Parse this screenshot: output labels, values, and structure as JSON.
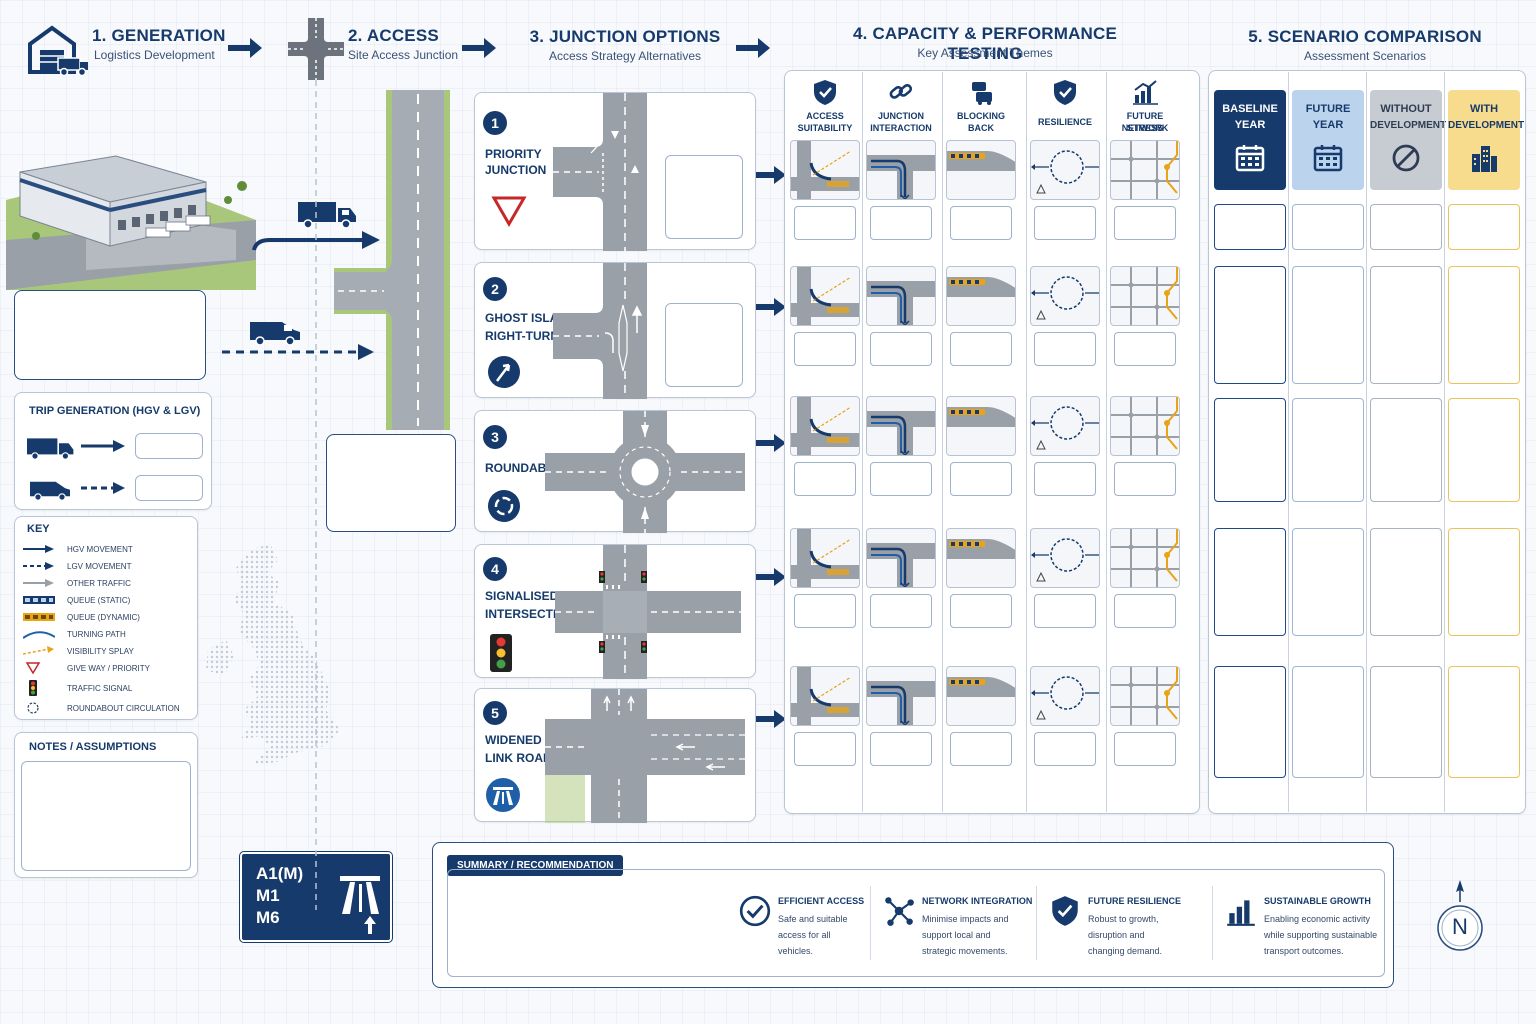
{
  "stages": [
    {
      "title": "1. GENERATION",
      "subtitle": "Logistics Development"
    },
    {
      "title": "2. ACCESS",
      "subtitle": "Site Access Junction"
    },
    {
      "title": "3. JUNCTION OPTIONS",
      "subtitle": "Access Strategy Alternatives"
    },
    {
      "title": "4. CAPACITY & PERFORMANCE TESTING",
      "subtitle": "Key Assessment Themes"
    },
    {
      "title": "5. SCENARIO COMPARISON",
      "subtitle": "Assessment Scenarios"
    }
  ],
  "trip_generation": {
    "title": "TRIP GENERATION (HGV & LGV)"
  },
  "key": {
    "title": "KEY",
    "items": [
      "HGV MOVEMENT",
      "LGV MOVEMENT",
      "OTHER TRAFFIC",
      "QUEUE (STATIC)",
      "QUEUE (DYNAMIC)",
      "TURNING PATH",
      "VISIBILITY SPLAY",
      "GIVE WAY / PRIORITY",
      "TRAFFIC SIGNAL",
      "ROUNDABOUT CIRCULATION"
    ]
  },
  "notes": {
    "title": "NOTES / ASSUMPTIONS"
  },
  "road_sign": {
    "lines": [
      "A1(M)",
      "M1",
      "M6"
    ]
  },
  "junction_options": [
    {
      "number": "1",
      "label_lines": [
        "PRIORITY",
        "JUNCTION"
      ],
      "icon": "give-way-icon"
    },
    {
      "number": "2",
      "label_lines": [
        "GHOST ISLAND",
        "RIGHT-TURN LANE"
      ],
      "icon": "turn-lane-icon"
    },
    {
      "number": "3",
      "label_lines": [
        "ROUNDABOUT"
      ],
      "icon": "roundabout-icon"
    },
    {
      "number": "4",
      "label_lines": [
        "SIGNALISED",
        "INTERSECTION"
      ],
      "icon": "traffic-signal-icon"
    },
    {
      "number": "5",
      "label_lines": [
        "WIDENED",
        "LINK ROAD"
      ],
      "icon": "motorway-icon"
    }
  ],
  "themes": [
    {
      "label_lines": [
        "ACCESS",
        "SUITABILITY"
      ],
      "icon": "shield-check-icon"
    },
    {
      "label_lines": [
        "JUNCTION",
        "INTERACTION"
      ],
      "icon": "link-icon"
    },
    {
      "label_lines": [
        "BLOCKING",
        "BACK"
      ],
      "icon": "cars-icon"
    },
    {
      "label_lines": [
        "RESILIENCE"
      ],
      "icon": "shield-check-icon"
    },
    {
      "label_lines": [
        "FUTURE NETWORK",
        "STRESS"
      ],
      "icon": "chart-growth-icon"
    }
  ],
  "scenarios": [
    {
      "label_lines": [
        "BASELINE",
        "YEAR"
      ],
      "icon": "calendar-icon",
      "bg": "#163a6b",
      "fg": "#ffffff",
      "border": "#1f4a86"
    },
    {
      "label_lines": [
        "FUTURE",
        "YEAR"
      ],
      "icon": "calendar-icon",
      "bg": "#bcd3ee",
      "fg": "#163a6b",
      "border": "#9fb6d4"
    },
    {
      "label_lines": [
        "WITHOUT",
        "DEVELOPMENT"
      ],
      "icon": "no-entry-icon",
      "bg": "#c7ccd3",
      "fg": "#2f3d52",
      "border": "#aab2bd"
    },
    {
      "label_lines": [
        "WITH",
        "DEVELOPMENT"
      ],
      "icon": "buildings-icon",
      "bg": "#f7dc8e",
      "fg": "#163a6b",
      "border": "#e8c45e"
    }
  ],
  "summary": {
    "title": "SUMMARY / RECOMMENDATION",
    "items": [
      {
        "title": "EFFICIENT ACCESS",
        "text_lines": [
          "Safe and suitable",
          "access for all",
          "vehicles."
        ],
        "icon": "check-circle-icon"
      },
      {
        "title": "NETWORK INTEGRATION",
        "text_lines": [
          "Minimise impacts and",
          "support local and",
          "strategic movements."
        ],
        "icon": "network-icon"
      },
      {
        "title": "FUTURE RESILIENCE",
        "text_lines": [
          "Robust to growth,",
          "disruption and",
          "changing demand."
        ],
        "icon": "shield-check-icon"
      },
      {
        "title": "SUSTAINABLE GROWTH",
        "text_lines": [
          "Enabling economic activity",
          "while supporting sustainable",
          "transport outcomes."
        ],
        "icon": "bar-chart-icon"
      }
    ]
  },
  "compass": {
    "label": "N"
  },
  "colors": {
    "navy": "#163a6b",
    "amber": "#e8a317",
    "road": "#9aa0a8"
  }
}
